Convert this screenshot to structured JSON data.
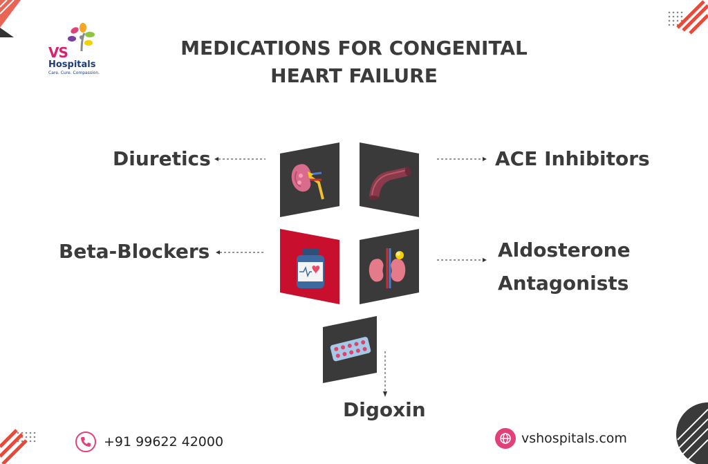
{
  "title": {
    "line1": "MEDICATIONS FOR CONGENITAL",
    "line2": "HEART FAILURE"
  },
  "logo": {
    "initials": "VS",
    "name": "Hospitals",
    "tagline": "Care. Cure. Compassion."
  },
  "medications": {
    "diuretics": "Diuretics",
    "ace_inhibitors": "ACE Inhibitors",
    "beta_blockers": "Beta-Blockers",
    "aldosterone_line1": "Aldosterone",
    "aldosterone_line2": "Antagonists",
    "digoxin": "Digoxin"
  },
  "icons": {
    "diuretics": "kidney-icon",
    "ace_inhibitors": "blood-vessel-icon",
    "beta_blockers": "medicine-bottle-icon",
    "aldosterone": "adrenal-kidney-icon",
    "digoxin": "pill-blister-icon"
  },
  "footer": {
    "phone": "+91 99622 42000",
    "website": "vshospitals.com"
  },
  "colors": {
    "accent": "#e84a3a",
    "brand_pink": "#d6246e",
    "tile_dark": "#3a3a3a",
    "tile_red": "#c8102e",
    "text": "#3b3b3b"
  }
}
